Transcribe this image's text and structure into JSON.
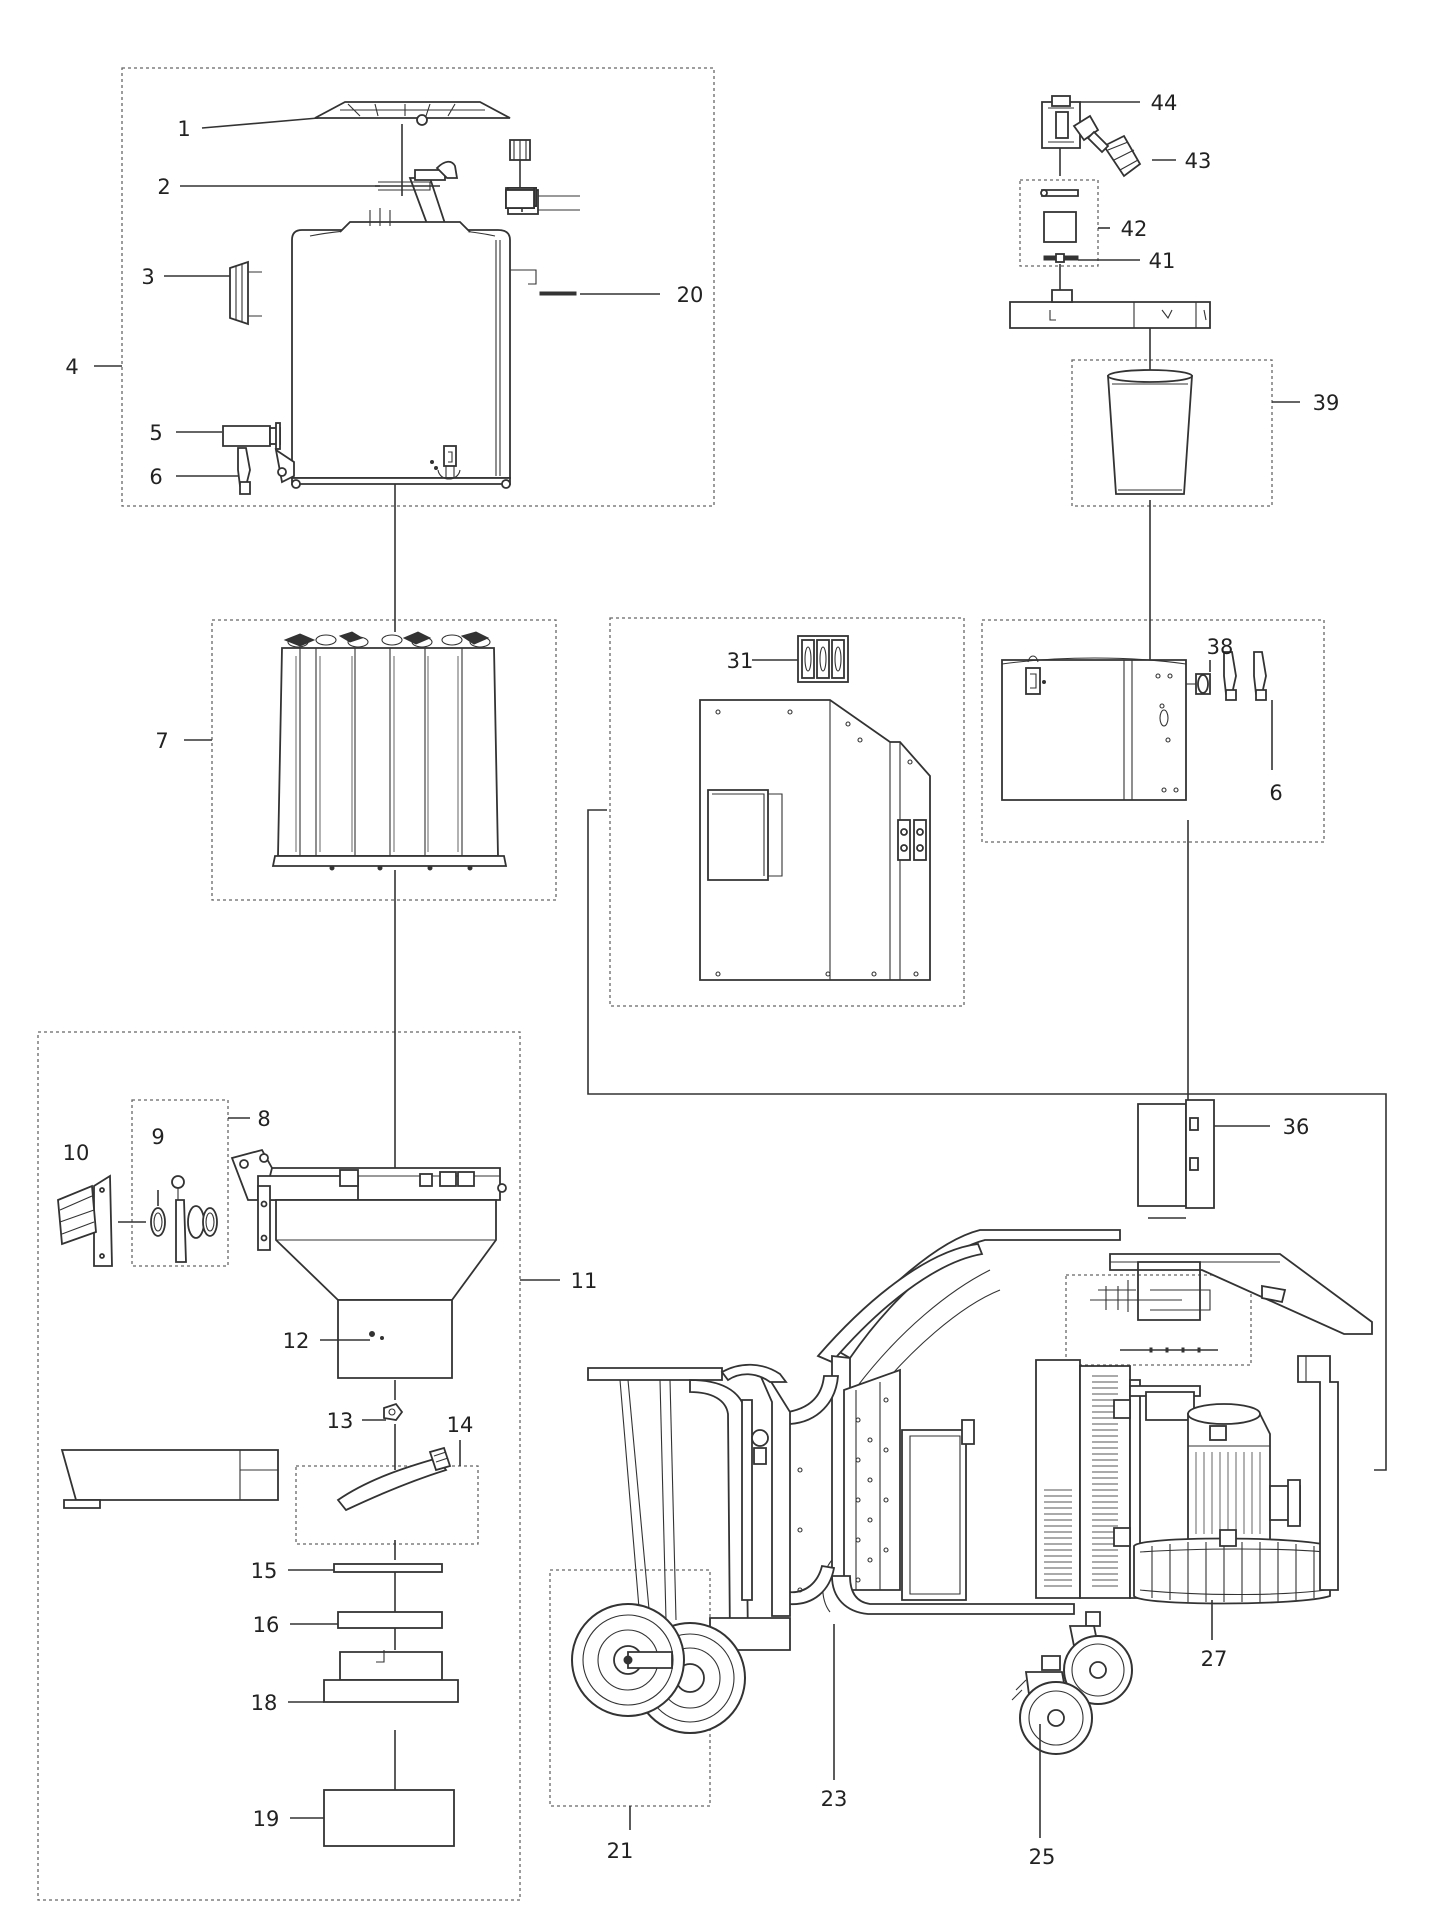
{
  "callouts": [
    {
      "id": "c1",
      "text": "1"
    },
    {
      "id": "c2",
      "text": "2"
    },
    {
      "id": "c3",
      "text": "3"
    },
    {
      "id": "c4",
      "text": "4"
    },
    {
      "id": "c5",
      "text": "5"
    },
    {
      "id": "c6",
      "text": "6"
    },
    {
      "id": "c7",
      "text": "7"
    },
    {
      "id": "c8",
      "text": "8"
    },
    {
      "id": "c9",
      "text": "9"
    },
    {
      "id": "c10",
      "text": "10"
    },
    {
      "id": "c11",
      "text": "11"
    },
    {
      "id": "c12",
      "text": "12"
    },
    {
      "id": "c13",
      "text": "13"
    },
    {
      "id": "c14",
      "text": "14"
    },
    {
      "id": "c15",
      "text": "15"
    },
    {
      "id": "c16",
      "text": "16"
    },
    {
      "id": "c18",
      "text": "18"
    },
    {
      "id": "c19",
      "text": "19"
    },
    {
      "id": "c20",
      "text": "20"
    },
    {
      "id": "c21",
      "text": "21"
    },
    {
      "id": "c23",
      "text": "23"
    },
    {
      "id": "c25",
      "text": "25"
    },
    {
      "id": "c27",
      "text": "27"
    },
    {
      "id": "c31",
      "text": "31"
    },
    {
      "id": "c36",
      "text": "36"
    },
    {
      "id": "c38",
      "text": "38"
    },
    {
      "id": "c39",
      "text": "39"
    },
    {
      "id": "c41",
      "text": "41"
    },
    {
      "id": "c42",
      "text": "42"
    },
    {
      "id": "c43",
      "text": "43"
    },
    {
      "id": "c44",
      "text": "44"
    },
    {
      "id": "c6b",
      "text": "6"
    }
  ],
  "colors": {
    "line": "#333333",
    "dashed_frame": "#666666",
    "background": "#ffffff"
  }
}
